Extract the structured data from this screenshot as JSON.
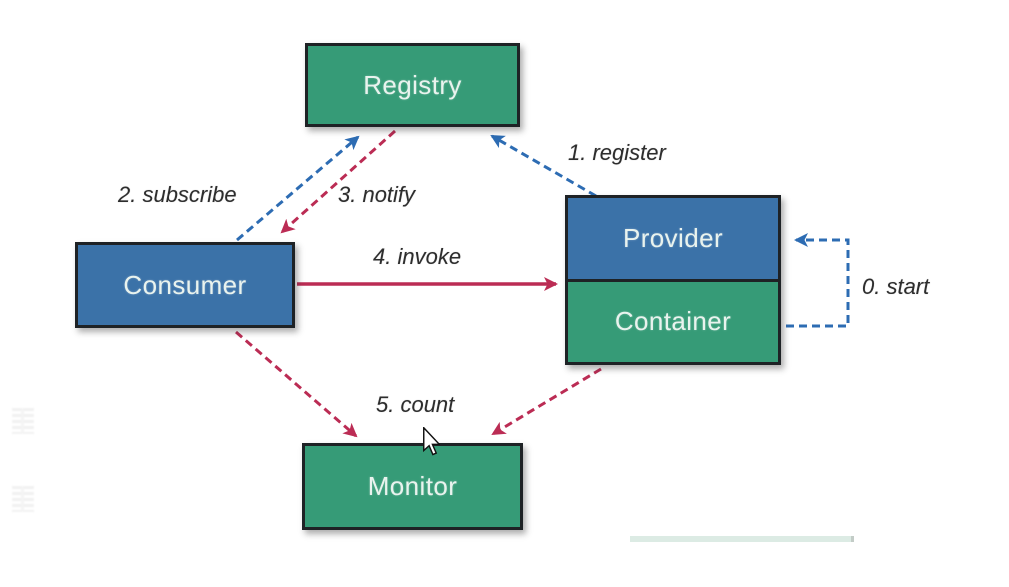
{
  "diagram": {
    "title": "Service registry / RPC architecture diagram",
    "nodes": {
      "registry": {
        "label": "Registry"
      },
      "consumer": {
        "label": "Consumer"
      },
      "provider": {
        "label": "Provider"
      },
      "container": {
        "label": "Container"
      },
      "monitor": {
        "label": "Monitor"
      }
    },
    "edges": {
      "start": {
        "label": "0. start",
        "style": "dashed",
        "color_name": "blue"
      },
      "register": {
        "label": "1. register",
        "style": "dashed",
        "color_name": "blue"
      },
      "subscribe": {
        "label": "2. subscribe",
        "style": "dashed",
        "color_name": "blue"
      },
      "notify": {
        "label": "3. notify",
        "style": "dashed",
        "color_name": "red"
      },
      "invoke": {
        "label": "4. invoke",
        "style": "solid",
        "color_name": "red"
      },
      "count": {
        "label": "5. count",
        "style": "dashed",
        "color_name": "red"
      }
    },
    "colors": {
      "node_green": "#369b77",
      "node_blue": "#3b72a8",
      "arrow_blue": "#2d6cb3",
      "arrow_red": "#bb2c54",
      "box_border": "#1e2225",
      "label_text": "#2d2d2d",
      "node_text": "#e9f3ee"
    },
    "cursor": {
      "icon": "arrow-pointer-cursor"
    },
    "artifacts": {
      "left_watermarks": "two faint gray glyph smudges on left edge",
      "bottom_bar_color": "#dcebe4"
    }
  }
}
